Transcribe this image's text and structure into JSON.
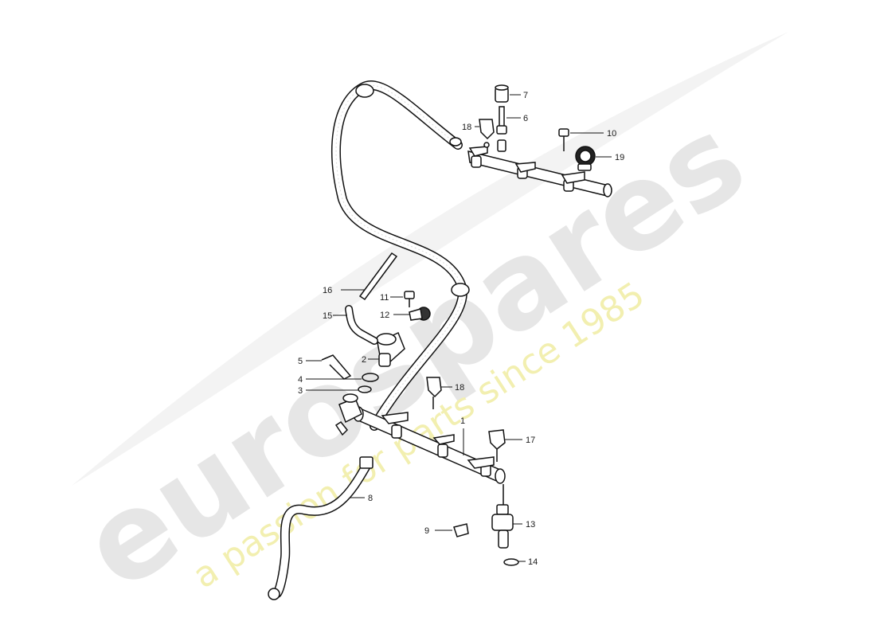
{
  "watermark": {
    "brand": "eurospares",
    "tagline": "a passion for parts since 1985",
    "brand_color": "#e6e6e6",
    "tagline_color": "#f2efb0"
  },
  "callouts": [
    "1",
    "2",
    "3",
    "4",
    "5",
    "6",
    "7",
    "8",
    "9",
    "10",
    "11",
    "12",
    "13",
    "14",
    "15",
    "16",
    "17",
    "18",
    "18",
    "19"
  ]
}
